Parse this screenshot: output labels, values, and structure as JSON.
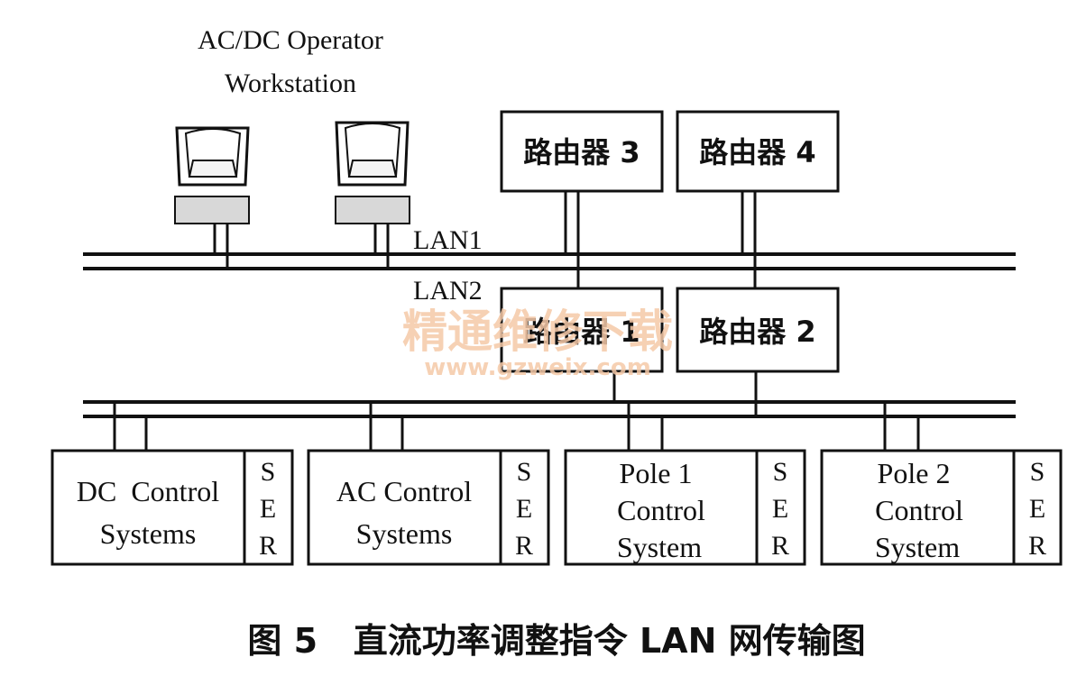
{
  "workstation_label": [
    "AC/DC Operator",
    "Workstation"
  ],
  "lan1_label": "LAN1",
  "lan2_label": "LAN2",
  "routers": {
    "r1": "路由器 1",
    "r2": "路由器 2",
    "r3": "路由器 3",
    "r4": "路由器 4"
  },
  "control_systems": [
    {
      "name": [
        "DC  Control",
        "Systems"
      ],
      "ser": [
        "S",
        "E",
        "R"
      ]
    },
    {
      "name": [
        "AC Control",
        "Systems"
      ],
      "ser": [
        "S",
        "E",
        "R"
      ]
    },
    {
      "name": [
        "Pole 1",
        "Control",
        "System"
      ],
      "ser": [
        "S",
        "E",
        "R"
      ]
    },
    {
      "name": [
        "Pole 2",
        "Control",
        "System"
      ],
      "ser": [
        "S",
        "E",
        "R"
      ]
    }
  ],
  "watermark": {
    "line1": "精通维修下载",
    "line2": "www.gzweix.com",
    "color": "#f5c9a8"
  },
  "caption": "图 5   直流功率调整指令 LAN 网传输图",
  "colors": {
    "ink": "#111111",
    "panel": "#d8d8d8"
  }
}
